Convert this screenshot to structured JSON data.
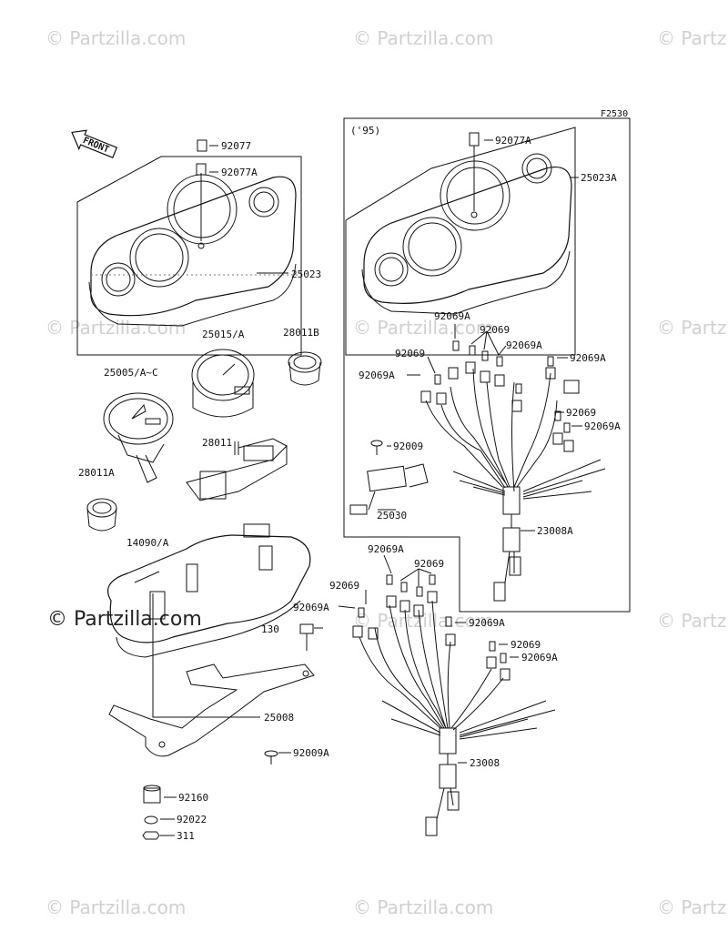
{
  "watermarks": {
    "text": "© Partzilla.com",
    "highlight": "© Partzilla.com"
  },
  "diagram": {
    "figure_code": "F2530",
    "variant_label": "('95)",
    "front_label": "FRONT",
    "parts": {
      "p92077": "92077",
      "p92077a_left": "92077A",
      "p25023": "25023",
      "p25015": "25015/A",
      "p28011b": "28011B",
      "p25005": "25005/A~C",
      "p28011": "28011",
      "p28011a": "28011A",
      "p14090": "14090/A",
      "p130": "130",
      "p25008": "25008",
      "p92009a": "92009A",
      "p92160": "92160",
      "p92022": "92022",
      "p311": "311",
      "p92077a_right": "92077A",
      "p25023a": "25023A",
      "r92069a_1": "92069A",
      "r92069_1": "92069",
      "r92069a_2": "92069A",
      "r92069_2": "92069",
      "r92069a_3": "92069A",
      "r92069a_4": "92069A",
      "r92069_3": "92069",
      "r92069a_5": "92069A",
      "r92009": "92009",
      "r25030": "25030",
      "r23008a": "23008A",
      "l92069a_1": "92069A",
      "l92069_1": "92069",
      "l92069_2": "92069",
      "l92069a_2": "92069A",
      "l92069a_3": "92069A",
      "l92069_3": "92069",
      "l92069a_4": "92069A",
      "l23008": "23008"
    }
  }
}
